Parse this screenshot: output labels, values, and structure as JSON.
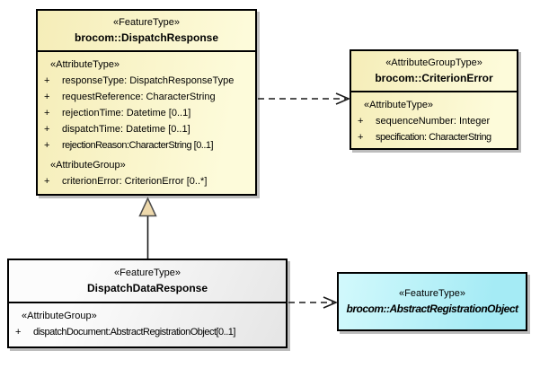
{
  "classes": {
    "dispatchResponse": {
      "stereotype": "«FeatureType»",
      "name": "brocom::DispatchResponse",
      "sections": [
        {
          "label": "«AttributeType»",
          "attrs": [
            {
              "vis": "+",
              "text": "responseType: DispatchResponseType"
            },
            {
              "vis": "+",
              "text": "requestReference: CharacterString"
            },
            {
              "vis": "+",
              "text": "rejectionTime: Datetime [0..1]"
            },
            {
              "vis": "+",
              "text": "dispatchTime: Datetime [0..1]"
            },
            {
              "vis": "+",
              "text": "rejectionReason:CharacterString [0..1]"
            }
          ]
        },
        {
          "label": "«AttributeGroup»",
          "attrs": [
            {
              "vis": "+",
              "text": "criterionError: CriterionError [0..*]"
            }
          ]
        }
      ]
    },
    "criterionError": {
      "stereotype": "«AttributeGroupType»",
      "name": "brocom::CriterionError",
      "sections": [
        {
          "label": "«AttributeType»",
          "attrs": [
            {
              "vis": "+",
              "text": "sequenceNumber: Integer"
            },
            {
              "vis": "+",
              "text": "specification: CharacterString"
            }
          ]
        }
      ]
    },
    "dispatchDataResponse": {
      "stereotype": "«FeatureType»",
      "name": "DispatchDataResponse",
      "sections": [
        {
          "label": "«AttributeGroup»",
          "attrs": [
            {
              "vis": "+",
              "text": "dispatchDocument:AbstractRegistrationObject[0..1]"
            }
          ]
        }
      ]
    },
    "abstractRegistrationObject": {
      "stereotype": "«FeatureType»",
      "name": "brocom::AbstractRegistrationObject"
    }
  },
  "connectors": [
    {
      "type": "dependency",
      "style": "dashed-open-arrow",
      "from": "brocom::DispatchResponse",
      "to": "brocom::CriterionError"
    },
    {
      "type": "generalization",
      "style": "solid-triangle",
      "from": "DispatchDataResponse",
      "to": "brocom::DispatchResponse"
    },
    {
      "type": "dependency",
      "style": "dashed-open-arrow",
      "from": "DispatchDataResponse",
      "to": "brocom::AbstractRegistrationObject"
    }
  ],
  "colors": {
    "boxBorder": "#000000",
    "shadow": "#bdbdbd",
    "yellowFillDark": "#f5edb8",
    "yellowFillLight": "#fdfbda",
    "grayFillLight": "#fcfcfc",
    "grayFillDark": "#e5e5e5",
    "cyanFillLight": "#d2f9fc",
    "cyanFillDark": "#a5ebf5",
    "triangleFill": "#eed9ac",
    "connector": "#1a1a1a"
  }
}
